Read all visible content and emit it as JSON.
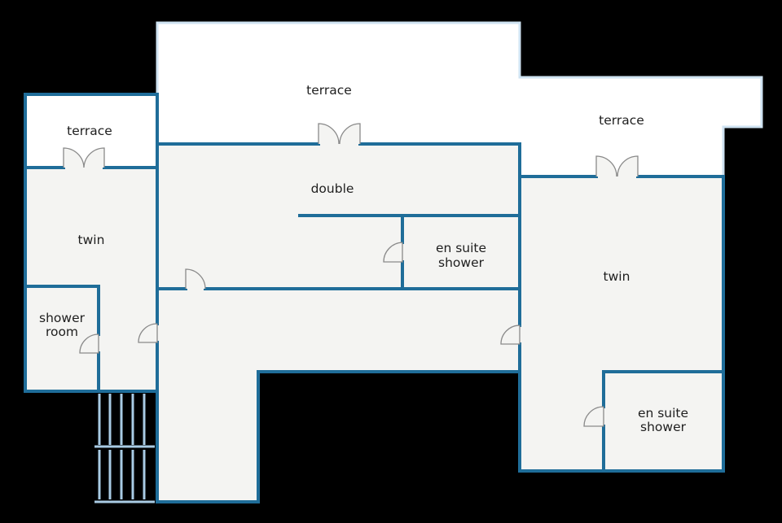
{
  "rooms": {
    "terrace_top": "terrace",
    "terrace_right": "terrace",
    "terrace_left": "terrace",
    "double": "double",
    "twin_left": "twin",
    "twin_right": "twin",
    "shower_room": [
      "shower",
      "room"
    ],
    "ensuite_mid": [
      "en suite",
      "shower"
    ],
    "ensuite_right": [
      "en suite",
      "shower"
    ]
  },
  "colors": {
    "background": "#000000",
    "wall": "#1f6d99",
    "floor": "#f4f4f2",
    "terrace": "#ffffff",
    "terrace_edge": "#cfe3f2",
    "stair": "#a9cbe4"
  }
}
